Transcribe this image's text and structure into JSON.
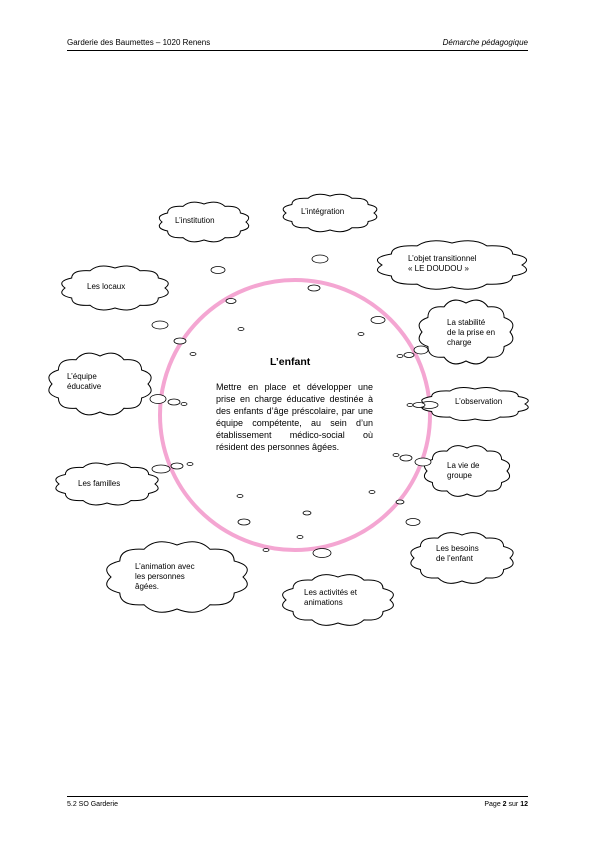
{
  "header": {
    "left": "Garderie des Baumettes – 1020 Renens",
    "right": "Démarche pédagogique"
  },
  "footer": {
    "left": "5.2 SO Garderie",
    "page_prefix": "Page ",
    "page_number": "2",
    "page_sep": " sur ",
    "page_total": "12"
  },
  "center": {
    "title": "L’enfant",
    "text": "Mettre en place et développer une prise en charge éducative destinée à des enfants d’âge préscolaire, par une équipe compétente, au sein d’un établissement médico-social où résident des personnes âgées."
  },
  "colors": {
    "circle": "#f4a6d2",
    "outline": "#000000"
  },
  "clouds": [
    {
      "label": "L’institution"
    },
    {
      "label": "L’intégration"
    },
    {
      "label": "L’objet transitionnel\n« LE DOUDOU »"
    },
    {
      "label": "Les locaux"
    },
    {
      "label": "La stabilité\nde la prise en\ncharge"
    },
    {
      "label": "L’équipe\néducative"
    },
    {
      "label": "L’observation"
    },
    {
      "label": "La vie de\ngroupe"
    },
    {
      "label": "Les familles"
    },
    {
      "label": "Les besoins\nde l’enfant"
    },
    {
      "label": "L’animation avec\nles personnes\nâgées."
    },
    {
      "label": "Les activités et\nanimations"
    }
  ]
}
